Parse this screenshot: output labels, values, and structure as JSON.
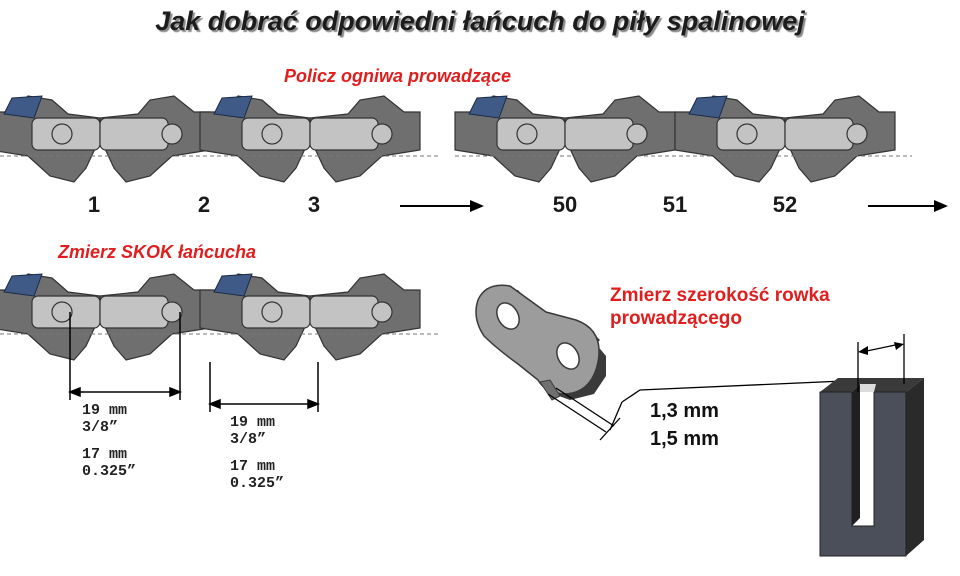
{
  "title": "Jak dobrać odpowiedni łańcuch do piły spalinowej",
  "count_label": "Policz ogniwa prowadzące",
  "pitch_label": "Zmierz SKOK łańcucha",
  "width_label": {
    "line1": "Zmierz szerokość rowka",
    "line2": "prowadzącego"
  },
  "link_numbers": [
    "1",
    "2",
    "3",
    "50",
    "51",
    "52"
  ],
  "pitch_measurements": [
    {
      "mm1": "19 mm",
      "in1": "3/8”",
      "mm2": "17 mm",
      "in2": "0.325”"
    },
    {
      "mm1": "19 mm",
      "in1": "3/8”",
      "mm2": "17 mm",
      "in2": "0.325”"
    }
  ],
  "gauge_values": [
    "1,3 mm",
    "1,5 mm"
  ],
  "colors": {
    "chain_dark": "#6f6f6f",
    "chain_light": "#c3c3c3",
    "cutter_blue": "#3f5a86",
    "label_red": "#e01e1e"
  }
}
